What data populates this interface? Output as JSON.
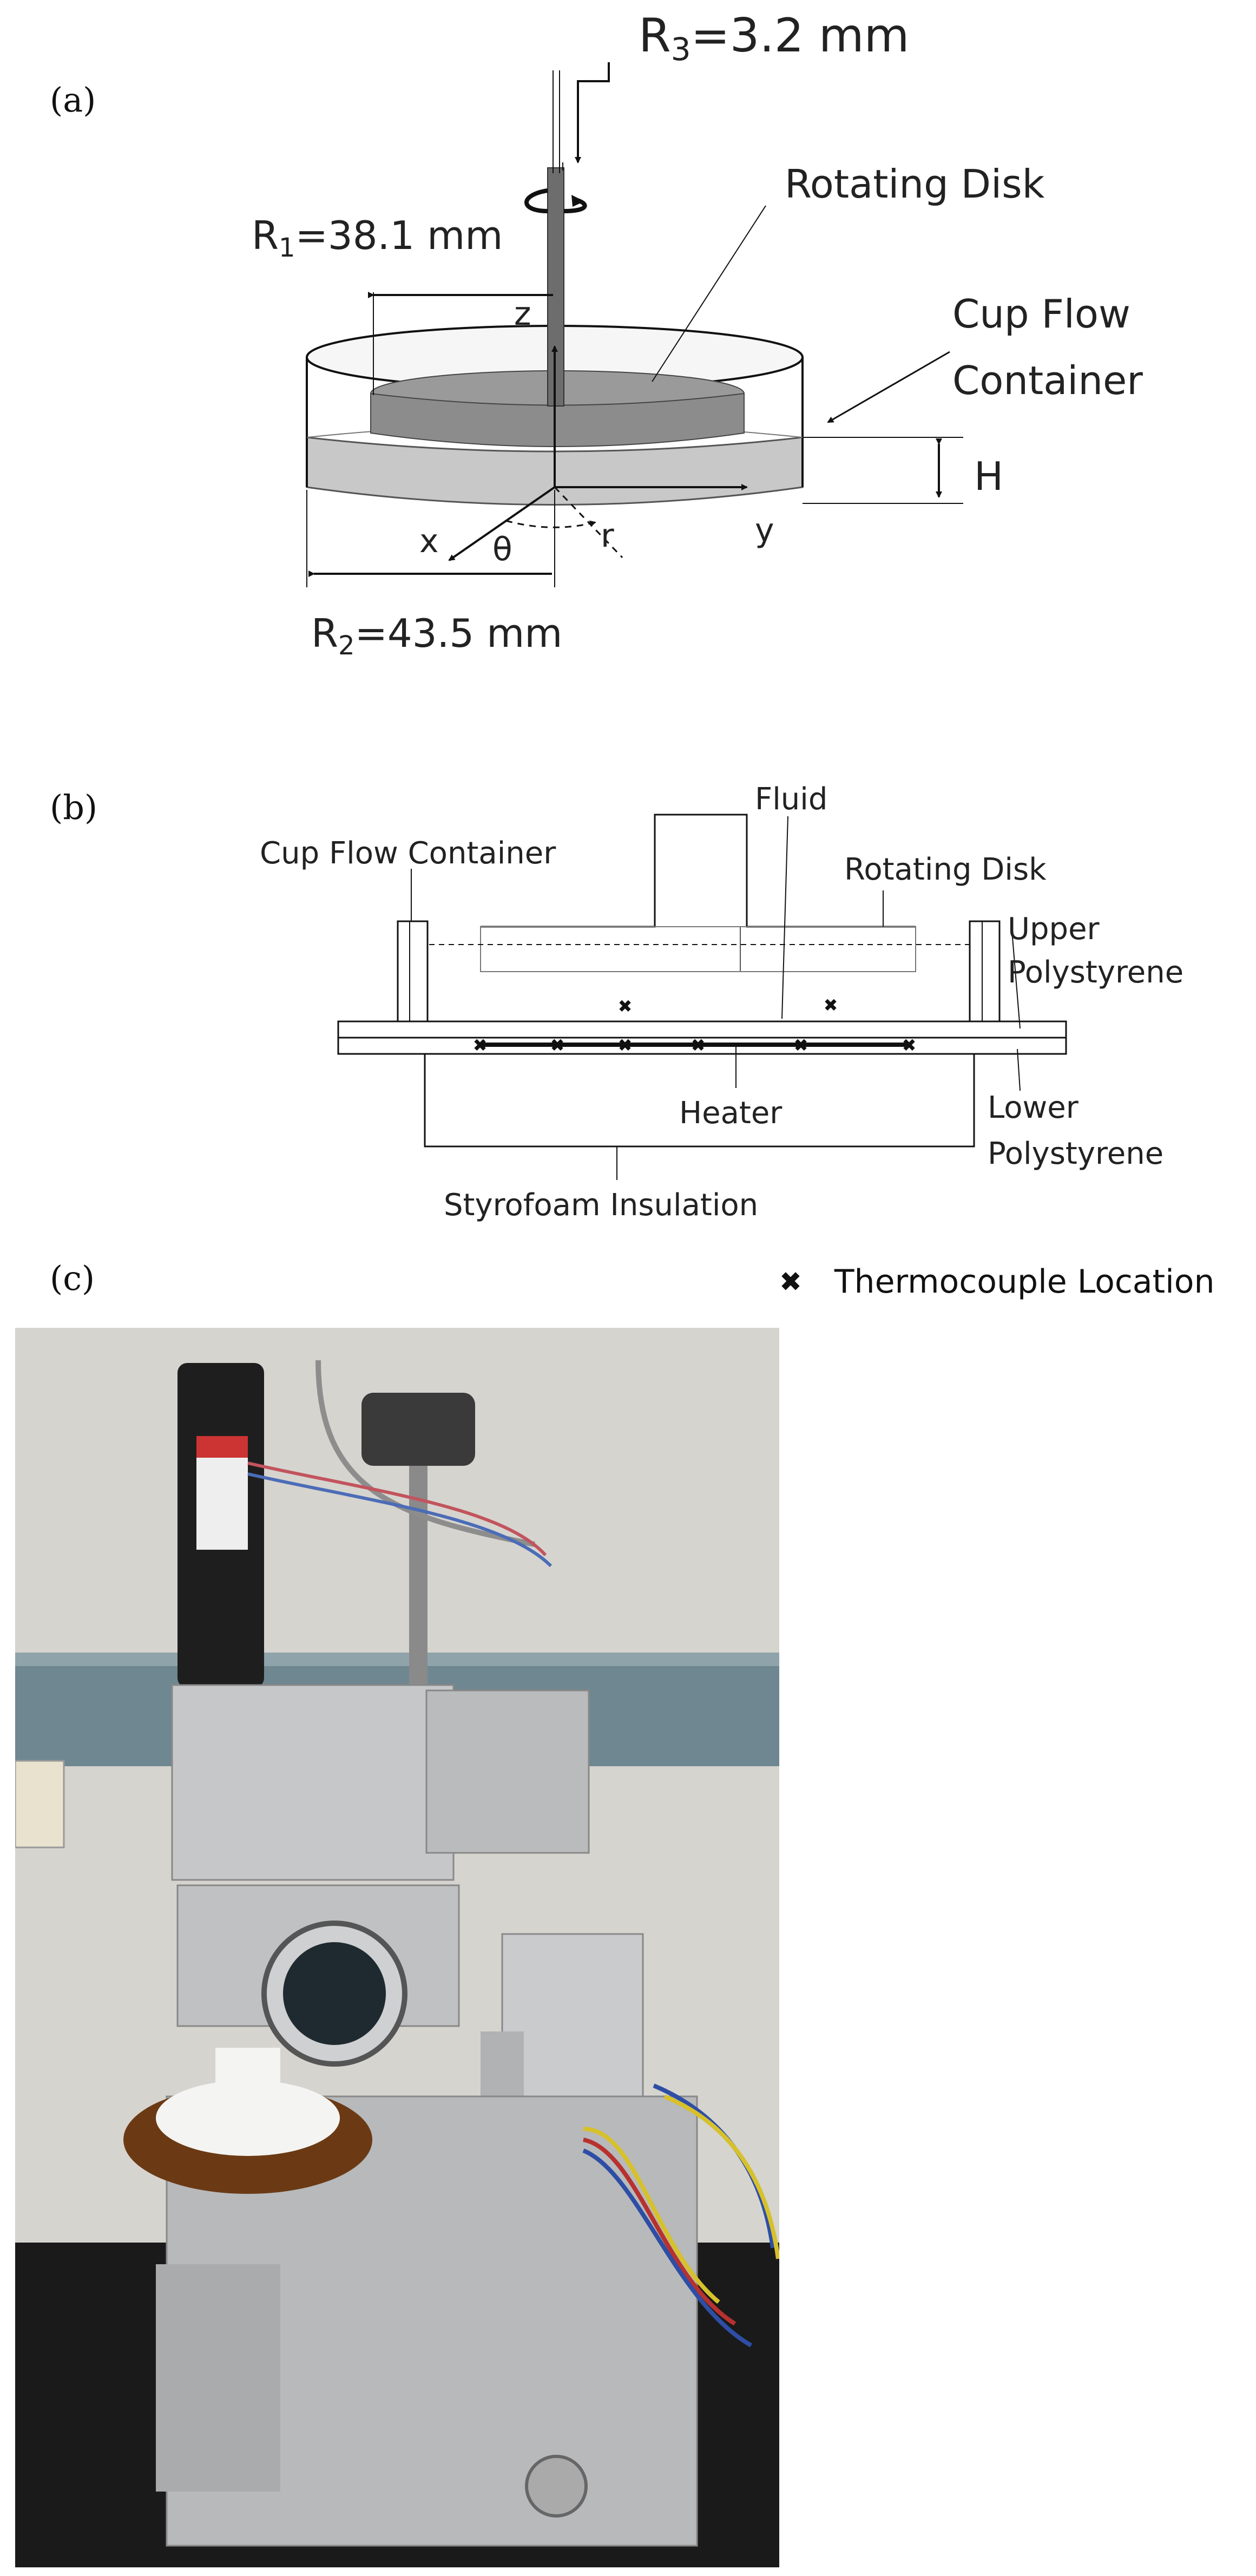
{
  "panel_a": {
    "label": "(a)",
    "r3_text": "R",
    "r3_sub": "3",
    "r3_value": "=3.2 mm",
    "r1_text": "R",
    "r1_sub": "1",
    "r1_value": "=38.1 mm",
    "r2_text": "R",
    "r2_sub": "2",
    "r2_value": "=43.5 mm",
    "rotating_disk": "Rotating Disk",
    "cup_flow_1": "Cup Flow",
    "cup_flow_2": "Container",
    "axis_z": "z",
    "axis_x": "x",
    "axis_y": "y",
    "axis_r": "r",
    "axis_theta": "θ",
    "height": "H"
  },
  "panel_b": {
    "label": "(b)",
    "fluid": "Fluid",
    "cup_flow_container": "Cup Flow Container",
    "rotating_disk": "Rotating Disk",
    "upper_poly_1": "Upper",
    "upper_poly_2": "Polystyrene",
    "heater": "Heater",
    "lower_poly_1": "Lower",
    "lower_poly_2": "Polystyrene",
    "styrofoam": "Styrofoam Insulation",
    "thermocouple_mark": "✖",
    "legend_text": "Thermocouple Location"
  },
  "panel_c": {
    "label": "(c)"
  },
  "colors": {
    "line": "#111111",
    "disk_fill": "#8c8c8c",
    "fluid_fill": "#c8c8c8",
    "wall_light": "#f2f2f2"
  }
}
